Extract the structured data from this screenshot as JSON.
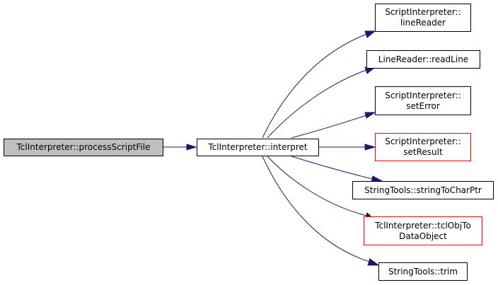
{
  "graph": {
    "root": {
      "label": "TclInterpreter::processScriptFile",
      "fill": "#bfbfbf",
      "border": "#000000"
    },
    "interpret": {
      "label": "TclInterpreter::interpret",
      "border": "#000000"
    },
    "callees": [
      {
        "line1": "ScriptInterpreter::",
        "line2": "lineReader",
        "border": "#000000"
      },
      {
        "line1": "LineReader::readLine",
        "line2": "",
        "border": "#000000"
      },
      {
        "line1": "ScriptInterpreter::",
        "line2": "setError",
        "border": "#000000"
      },
      {
        "line1": "ScriptInterpreter::",
        "line2": "setResult",
        "border": "#ff0000"
      },
      {
        "line1": "StringTools::stringToCharPtr",
        "line2": "",
        "border": "#000000"
      },
      {
        "line1": "TclInterpreter::tclObjTo",
        "line2": "DataObject",
        "border": "#ff0000"
      },
      {
        "line1": "StringTools::trim",
        "line2": "",
        "border": "#000000"
      }
    ],
    "edge_color": "#191970"
  }
}
